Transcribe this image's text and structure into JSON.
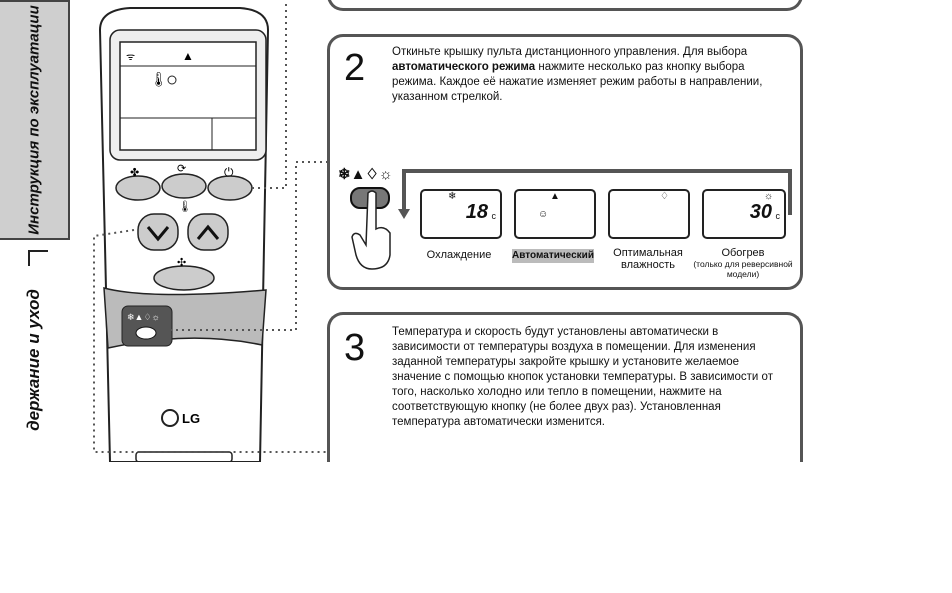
{
  "sidebar": {
    "top_text": "Инструкция по эксплуатации",
    "bottom_text": "держание и уход"
  },
  "remote": {
    "brand": "LG",
    "mode_icons": "❄▲♢☼"
  },
  "step2": {
    "number": "2",
    "text_before": "Откиньте крышку пульта дистанционного управления. Для выбора ",
    "text_bold": "автоматического режима",
    "text_after": " нажмите несколько раз кнопку выбора режима. Каждое её нажатие изменяет режим работы в направлении, указанном стрелкой.",
    "mode_icons": "❄▲♢☼",
    "modes": [
      {
        "label": "Охлаждение",
        "display": "18",
        "unit": "c"
      },
      {
        "label": "Автоматический",
        "display": "",
        "unit": ""
      },
      {
        "label": "Оптимальная влажность",
        "display": "",
        "unit": ""
      },
      {
        "label": "Обогрев",
        "note": "(только для реверсивной модели)",
        "display": "30",
        "unit": "c"
      }
    ]
  },
  "step3": {
    "number": "3",
    "text": "Температура и скорость будут установлены автоматически в зависимости от температуры воздуха в помещении. Для изменения заданной температуры закройте крышку и установите желаемое значение с помощью кнопок установки температуры. В зависимости от того, насколько холодно или тепло в помещении, нажмите на соответствующую кнопку (не более двух раз). Установленная температура автоматически изменится."
  }
}
